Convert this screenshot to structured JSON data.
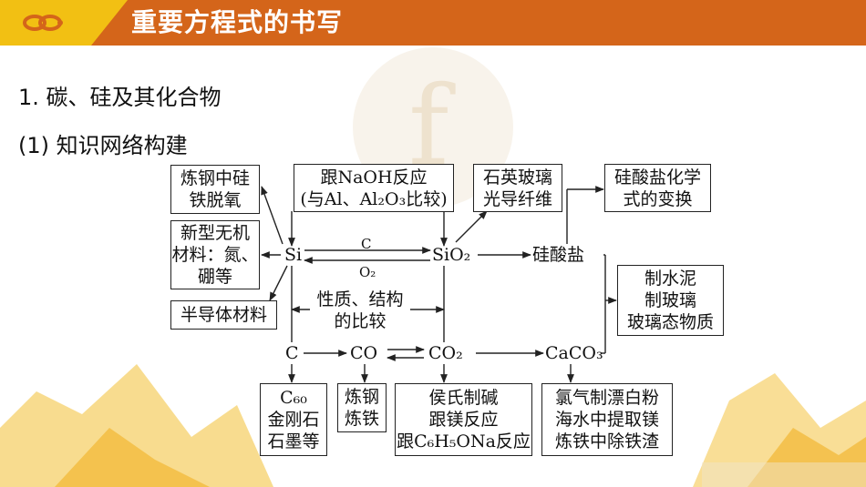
{
  "header": {
    "title": "重要方程式的书写",
    "logo_icon": "chain-link-icon"
  },
  "section": {
    "heading": "1. 碳、硅及其化合物",
    "subheading": "(1) 知识网络构建"
  },
  "diagram": {
    "boxes": {
      "lianggang": [
        "炼钢中硅",
        "铁脱氧"
      ],
      "naoh": [
        "跟NaOH反应",
        "(与Al、Al₂O₃比较)"
      ],
      "shiying": [
        "石英玻璃",
        "光导纤维"
      ],
      "guisuanyan_change": [
        "硅酸盐化学",
        "式的变换"
      ],
      "xinxing": [
        "新型无机",
        "材料：氮、",
        "硼等"
      ],
      "bandaoti": [
        "半导体材料"
      ],
      "shuini": [
        "制水泥",
        "制玻璃",
        "玻璃态物质"
      ],
      "xingzhi": [
        "性质、结构",
        "的比较"
      ],
      "c60": [
        "C₆₀",
        "金刚石",
        "石墨等"
      ],
      "liangang_tie": [
        "炼钢",
        "炼铁"
      ],
      "houshi": [
        "侯氏制碱",
        "跟镁反应",
        "跟C₆H₅ONa反应"
      ],
      "lvqi": [
        "氯气制漂白粉",
        "海水中提取镁",
        "炼铁中除铁渣"
      ]
    },
    "nodes": {
      "si": "Si",
      "sio2": "SiO₂",
      "guisuanyan": "硅酸盐",
      "c": "C",
      "co": "CO",
      "co2": "CO₂",
      "caco3": "CaCO₃",
      "arrow_c_label": "C",
      "arrow_o2_label": "O₂"
    }
  }
}
